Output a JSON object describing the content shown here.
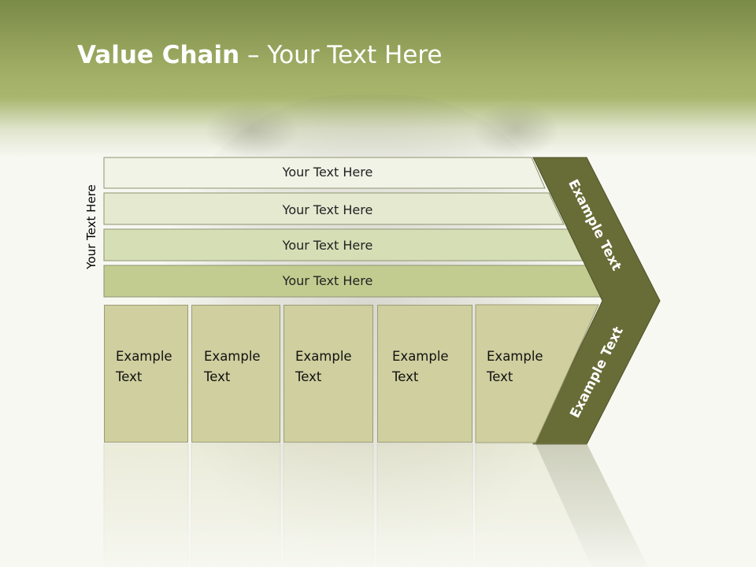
{
  "slide": {
    "title_bold": "Value Chain",
    "title_rest": " – Your Text Here",
    "vertical_label": "Your Text Here"
  },
  "bars": [
    {
      "label": "Your Text Here"
    },
    {
      "label": "Your Text Here"
    },
    {
      "label": "Your Text Here"
    },
    {
      "label": "Your Text Here"
    }
  ],
  "boxes": [
    {
      "line1": "Example",
      "line2": "Text"
    },
    {
      "line1": "Example",
      "line2": "Text"
    },
    {
      "line1": "Example",
      "line2": "Text"
    },
    {
      "line1": "Example",
      "line2": "Text"
    },
    {
      "line1": "Example",
      "line2": "Text"
    }
  ],
  "chevron": {
    "upper_text": "Example Text",
    "lower_text": "Example Text"
  },
  "colors": {
    "header_dark": "#7a8a48",
    "header_light": "#a8b66e",
    "bar_lightest": "#f1f3e6",
    "bar_darkest": "#c3cc90",
    "box_fill": "#cfcf9f",
    "chevron_fill": "#686c37"
  }
}
